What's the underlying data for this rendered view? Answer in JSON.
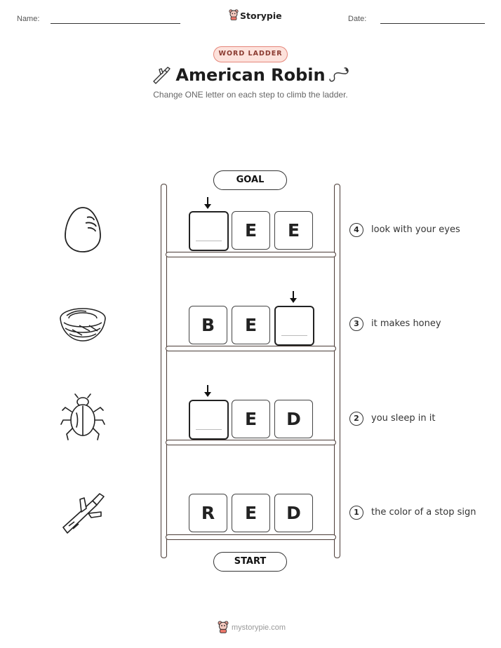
{
  "header": {
    "name_label": "Name:",
    "date_label": "Date:",
    "brand": "Storypie"
  },
  "worksheet": {
    "badge": "WORD LADDER",
    "title": "American Robin",
    "instructions": "Change ONE letter on each step to climb the ladder.",
    "goal_label": "GOAL",
    "start_label": "START"
  },
  "rows": [
    {
      "number": "4",
      "clue": "look with your eyes",
      "picture": "egg-icon",
      "letters": [
        "",
        "E",
        "E"
      ]
    },
    {
      "number": "3",
      "clue": "it makes honey",
      "picture": "nest-icon",
      "letters": [
        "B",
        "E",
        ""
      ]
    },
    {
      "number": "2",
      "clue": "you sleep in it",
      "picture": "beetle-icon",
      "letters": [
        "",
        "E",
        "D"
      ]
    },
    {
      "number": "1",
      "clue": "the color of a stop sign",
      "picture": "twig-icon",
      "letters": [
        "R",
        "E",
        "D"
      ]
    }
  ],
  "footer": {
    "site": "mystorypie.com"
  }
}
